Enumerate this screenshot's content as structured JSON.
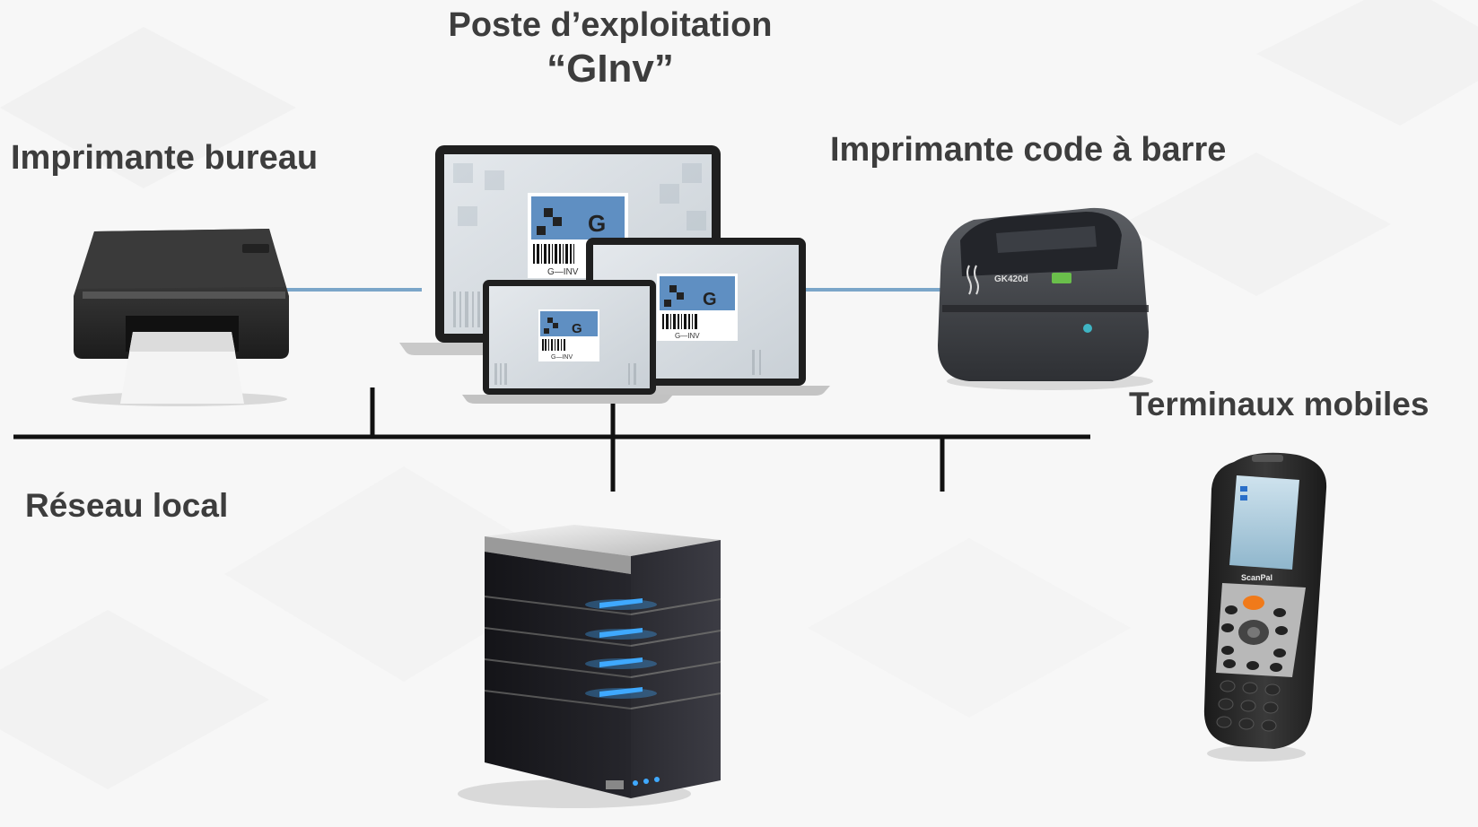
{
  "labels": {
    "workstation_line1": "Poste d’exploitation",
    "workstation_line2": "“GInv”",
    "desk_printer": "Imprimante bureau",
    "barcode_printer": "Imprimante code à barre",
    "mobile_terminals": "Terminaux mobiles",
    "local_network": "Réseau local"
  },
  "screens": {
    "logo_letter": "G",
    "logo_caption": "G—INV"
  },
  "printer_model": "GK420d",
  "terminal_brand": "ScanPal",
  "colors": {
    "link_blue": "#7ba6c9",
    "network_line": "#111111",
    "label_text": "#3d3d3d",
    "server_led": "#3fa9ff",
    "keypad_orange": "#f07a1a"
  }
}
